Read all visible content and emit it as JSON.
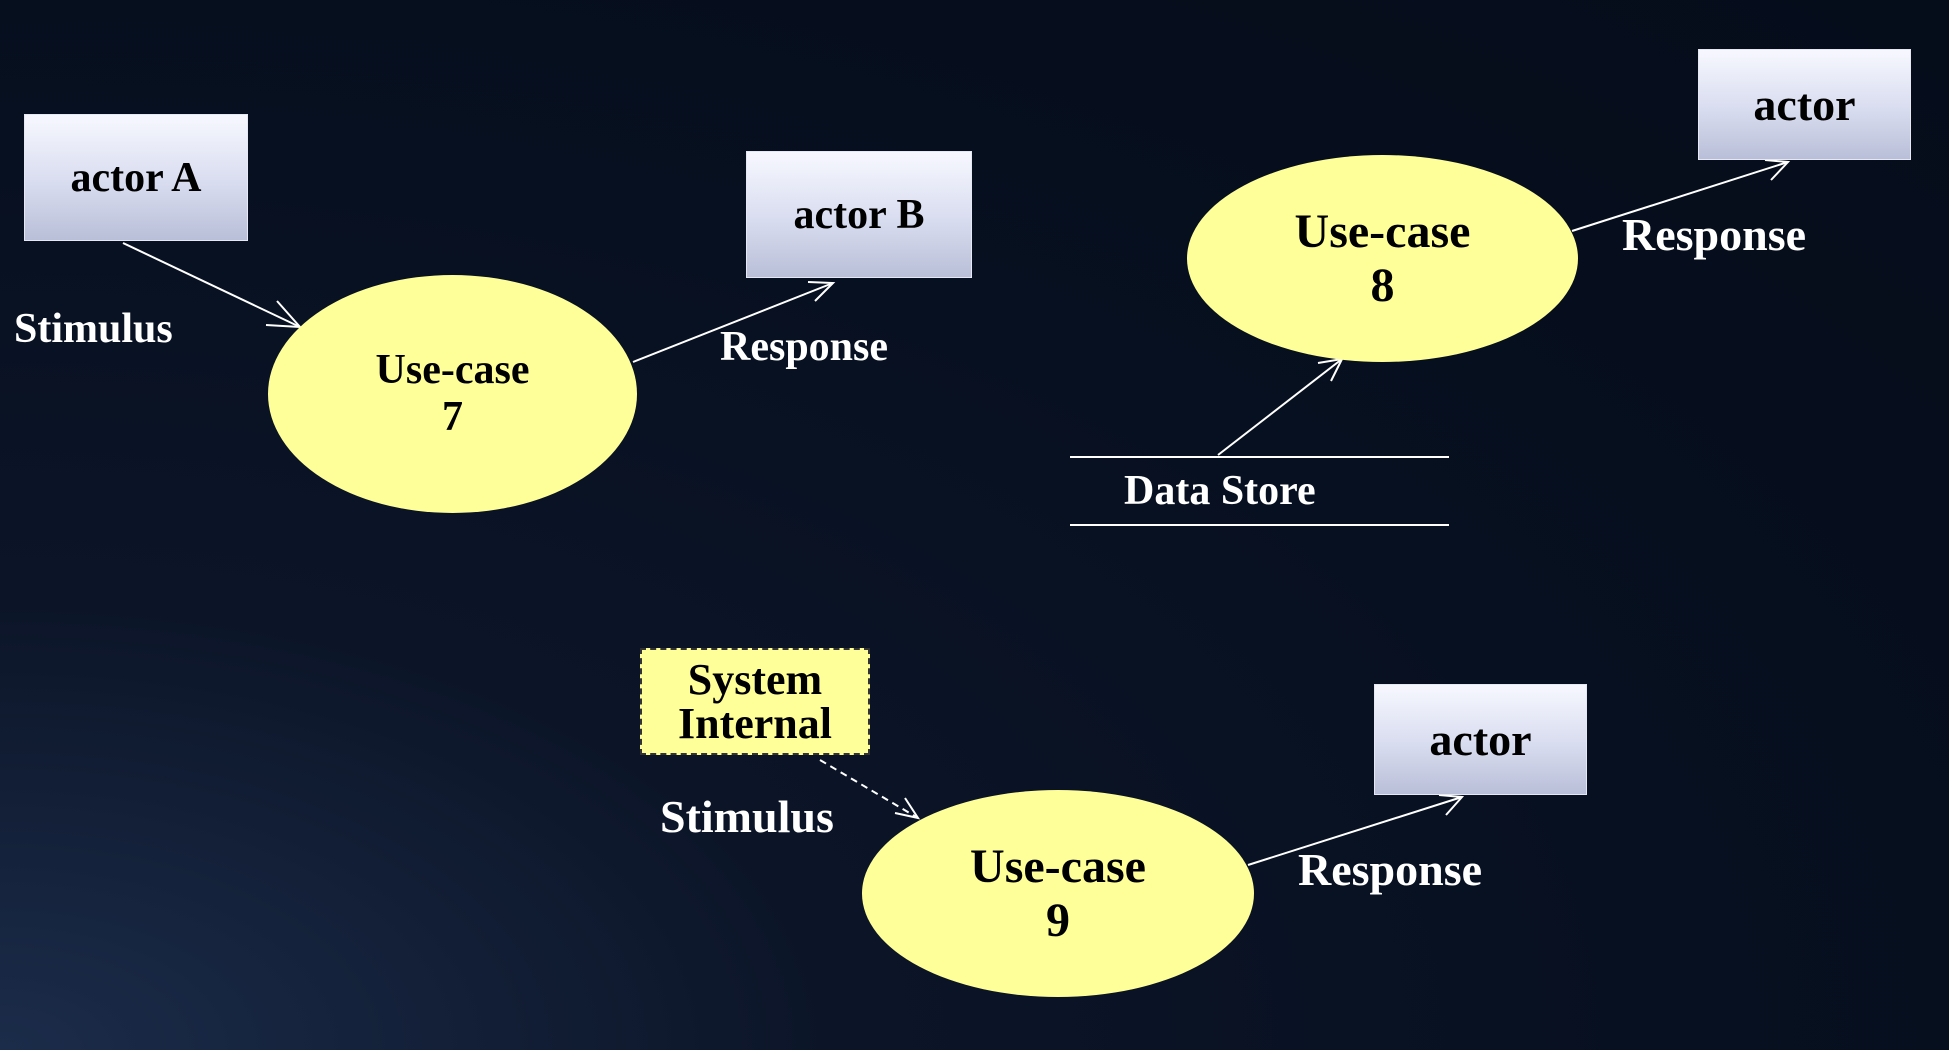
{
  "diagram1": {
    "actor_a": "actor A",
    "actor_b": "actor B",
    "usecase_line1": "Use-case",
    "usecase_line2": "7",
    "stimulus": "Stimulus",
    "response": "Response"
  },
  "diagram2": {
    "actor": "actor",
    "usecase_line1": "Use-case",
    "usecase_line2": "8",
    "response": "Response",
    "data_store": "Data Store"
  },
  "diagram3": {
    "system_internal_line1": "System",
    "system_internal_line2": "Internal",
    "stimulus": "Stimulus",
    "usecase_line1": "Use-case",
    "usecase_line2": "9",
    "actor": "actor",
    "response": "Response"
  },
  "colors": {
    "usecase_fill": "#ffff99",
    "label_text": "#ffffff",
    "background": "#071020"
  }
}
